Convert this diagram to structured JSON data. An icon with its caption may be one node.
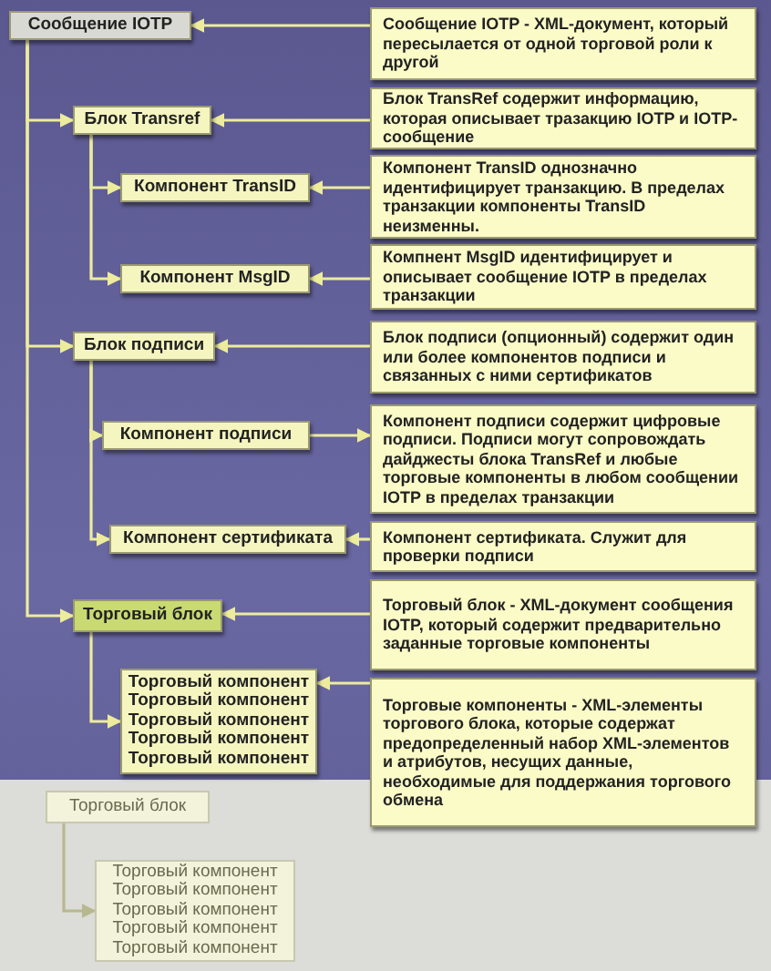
{
  "diagram": {
    "nodes": [
      {
        "text": [
          "Сообщение IOTP"
        ]
      },
      {
        "text": [
          "Сообщение IOTP - XML-документ, который пересылается от одной торговой роли к другой"
        ]
      },
      {
        "text": [
          "Блок Transref"
        ]
      },
      {
        "text": [
          "Блок TransRef содержит информацию, которая описывает тразакцию IOTP и IOTP-сообщение"
        ]
      },
      {
        "text": [
          "Компонент TransID"
        ]
      },
      {
        "text": [
          "Компонент TransID однозначно идентифицирует транзакцию. В пределах транзакции компоненты TransID неизменны."
        ]
      },
      {
        "text": [
          "Компонент MsgID"
        ]
      },
      {
        "text": [
          "Компнент MsgID идентифицирует и описывает сообщение IOTP в пределах транзакции"
        ]
      },
      {
        "text": [
          "Блок подписи"
        ]
      },
      {
        "text": [
          "Блок подписи (опционный) содержит один или более компонентов подписи и связанных с ними сертификатов"
        ]
      },
      {
        "text": [
          "Компонент подписи"
        ]
      },
      {
        "text": [
          "Компонент подписи содержит цифровые подписи. Подписи могут сопровождать дайджесты блока TransRef и любые торговые компоненты в любом сообщении IOTP в пределах транзакции"
        ]
      },
      {
        "text": [
          "Компонент сертификата"
        ]
      },
      {
        "text": [
          "Компонент сертификата. Служит для проверки подписи"
        ]
      },
      {
        "text": [
          "Торговый блок"
        ]
      },
      {
        "text": [
          "Торговый блок - XML-документ сообщения IOTP, который содержит предварительно заданные торговые компоненты"
        ]
      },
      {
        "text": [
          "Торговый компонент",
          "Торговый компонент",
          "Торговый компонент",
          "Торговый компонент",
          "Торговый компонент"
        ]
      },
      {
        "text": [
          "Торговые компоненты - XML-элементы торгового блока, которые содержат предопределенный набор XML-элементов и атрибутов, несущих данные, необходимые для поддержания торгового обмена"
        ]
      },
      {
        "text": [
          "Торговый блок"
        ]
      },
      {
        "text": [
          "Торговый компонент",
          "Торговый компонент",
          "Торговый компонент",
          "Торговый компонент",
          "Торговый компонент"
        ]
      }
    ],
    "edges": [
      {
        "from": 1,
        "to": 0,
        "arrow": "to"
      },
      {
        "from": 0,
        "to": 2,
        "arrow": "to"
      },
      {
        "from": 3,
        "to": 2,
        "arrow": "to"
      },
      {
        "from": 2,
        "to": 4,
        "arrow": "to"
      },
      {
        "from": 5,
        "to": 4,
        "arrow": "to"
      },
      {
        "from": 2,
        "to": 6,
        "arrow": "to"
      },
      {
        "from": 7,
        "to": 6,
        "arrow": "to"
      },
      {
        "from": 0,
        "to": 8,
        "arrow": "to"
      },
      {
        "from": 9,
        "to": 8,
        "arrow": "to"
      },
      {
        "from": 8,
        "to": 10,
        "arrow": "to"
      },
      {
        "from": 10,
        "to": 11,
        "arrow": "to"
      },
      {
        "from": 8,
        "to": 12,
        "arrow": "to"
      },
      {
        "from": 13,
        "to": 12,
        "arrow": "to"
      },
      {
        "from": 0,
        "to": 14,
        "arrow": "to"
      },
      {
        "from": 15,
        "to": 14,
        "arrow": "to"
      },
      {
        "from": 14,
        "to": 16,
        "arrow": "to"
      },
      {
        "from": 17,
        "to": 16,
        "arrow": "to"
      },
      {
        "from": 18,
        "to": 19,
        "arrow": "to",
        "color": "#b8b890"
      }
    ]
  }
}
